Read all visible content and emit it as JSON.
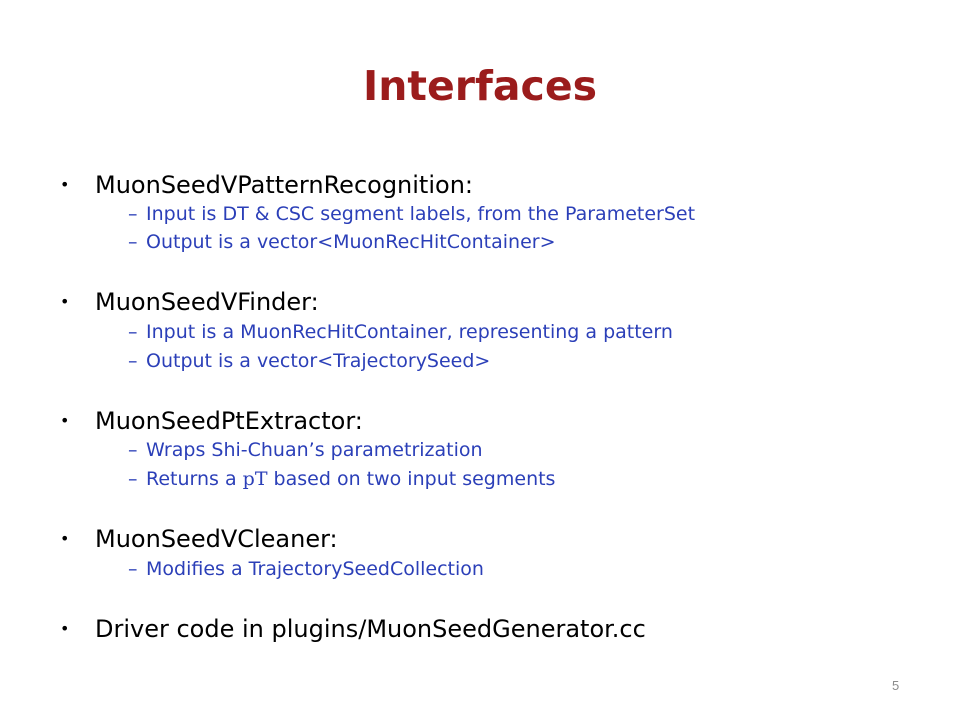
{
  "slide": {
    "title": "Interfaces",
    "page_number": "5",
    "colors": {
      "title": "#9b1c1c",
      "sub_text": "#2b3fb8",
      "bullet_text": "#000000"
    },
    "bullet_marker": "•",
    "sub_marker": "–",
    "items": [
      {
        "label": "MuonSeedVPatternRecognition:",
        "subs": [
          "Input is DT & CSC segment labels, from the ParameterSet",
          "Output is a vector<MuonRecHitContainer>"
        ]
      },
      {
        "label": "MuonSeedVFinder:",
        "subs": [
          "Input is a MuonRecHitContainer, representing a pattern",
          "Output is a vector<TrajectorySeed>"
        ]
      },
      {
        "label": "MuonSeedPtExtractor:",
        "subs": [
          "Wraps Shi-Chuan’s parametrization"
        ],
        "pt_line": {
          "before": "Returns a ",
          "symbol": "pT",
          "after": " based on two input segments"
        }
      },
      {
        "label": "MuonSeedVCleaner:",
        "subs": [
          "Modifies a TrajectorySeedCollection"
        ]
      },
      {
        "label": "Driver code in plugins/MuonSeedGenerator.cc",
        "subs": []
      }
    ]
  }
}
